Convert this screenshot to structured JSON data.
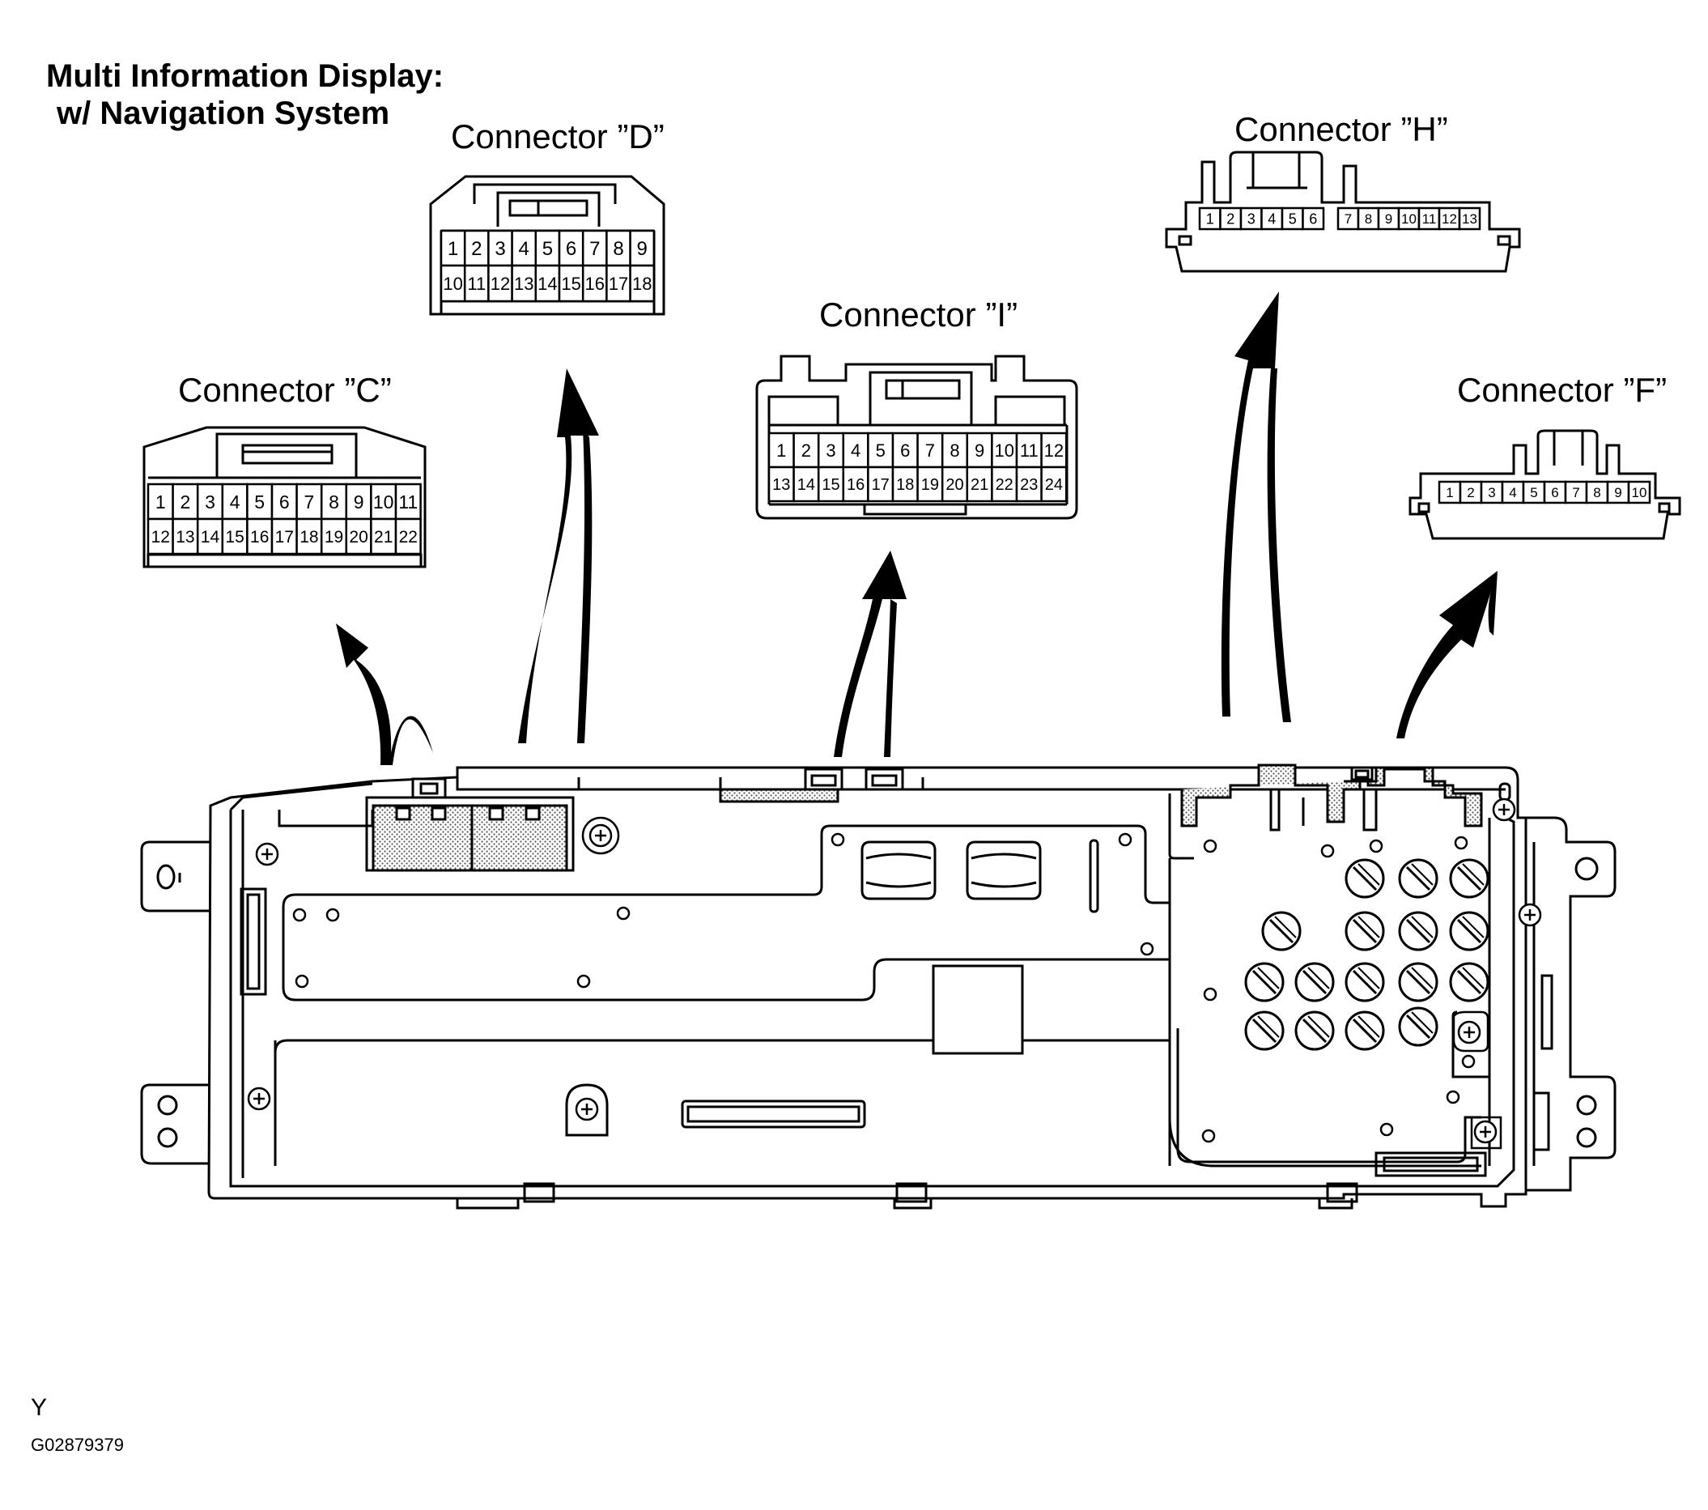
{
  "title": {
    "line1": "Multi Information Display:",
    "line2": "w/ Navigation System"
  },
  "connectors": {
    "C": {
      "label": "Connector ”C”",
      "top_pins": [
        "1",
        "2",
        "3",
        "4",
        "5",
        "6",
        "7",
        "8",
        "9",
        "10",
        "11"
      ],
      "bottom_pins": [
        "12",
        "13",
        "14",
        "15",
        "16",
        "17",
        "18",
        "19",
        "20",
        "21",
        "22"
      ]
    },
    "D": {
      "label": "Connector ”D”",
      "top_pins": [
        "1",
        "2",
        "3",
        "4",
        "5",
        "6",
        "7",
        "8",
        "9"
      ],
      "bottom_pins": [
        "10",
        "11",
        "12",
        "13",
        "14",
        "15",
        "16",
        "17",
        "18"
      ]
    },
    "I": {
      "label": "Connector ”I”",
      "top_pins": [
        "1",
        "2",
        "3",
        "4",
        "5",
        "6",
        "7",
        "8",
        "9",
        "10",
        "11",
        "12"
      ],
      "bottom_pins": [
        "13",
        "14",
        "15",
        "16",
        "17",
        "18",
        "19",
        "20",
        "21",
        "22",
        "23",
        "24"
      ]
    },
    "H": {
      "label": "Connector ”H”",
      "pins_left": [
        "1",
        "2",
        "3",
        "4",
        "5",
        "6"
      ],
      "pins_right": [
        "7",
        "8",
        "9",
        "10",
        "11",
        "12",
        "13"
      ]
    },
    "F": {
      "label": "Connector ”F”",
      "pins": [
        "1",
        "2",
        "3",
        "4",
        "5",
        "6",
        "7",
        "8",
        "9",
        "10"
      ]
    }
  },
  "footer": {
    "letter": "Y",
    "code": "G02879379"
  },
  "colors": {
    "line": "#000000",
    "background": "#ffffff",
    "hatch": "#9a9a9a"
  }
}
